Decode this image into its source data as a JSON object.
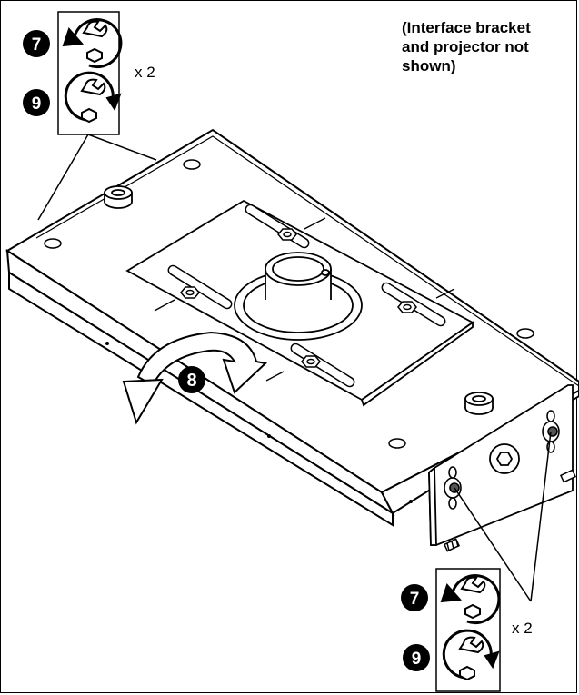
{
  "note": "(Interface bracket\nand projector not\nshown)",
  "callouts": {
    "top": {
      "step_loosen": "7",
      "step_tighten": "9",
      "multiplier": "x 2"
    },
    "bottom": {
      "step_loosen": "7",
      "step_tighten": "9",
      "multiplier": "x 2"
    }
  },
  "rotation_step": "8",
  "colors": {
    "line": "#000000",
    "fill": "#ffffff"
  },
  "icons": [
    "wrench-loosen-icon",
    "wrench-tighten-icon",
    "rotate-arrow-icon"
  ]
}
